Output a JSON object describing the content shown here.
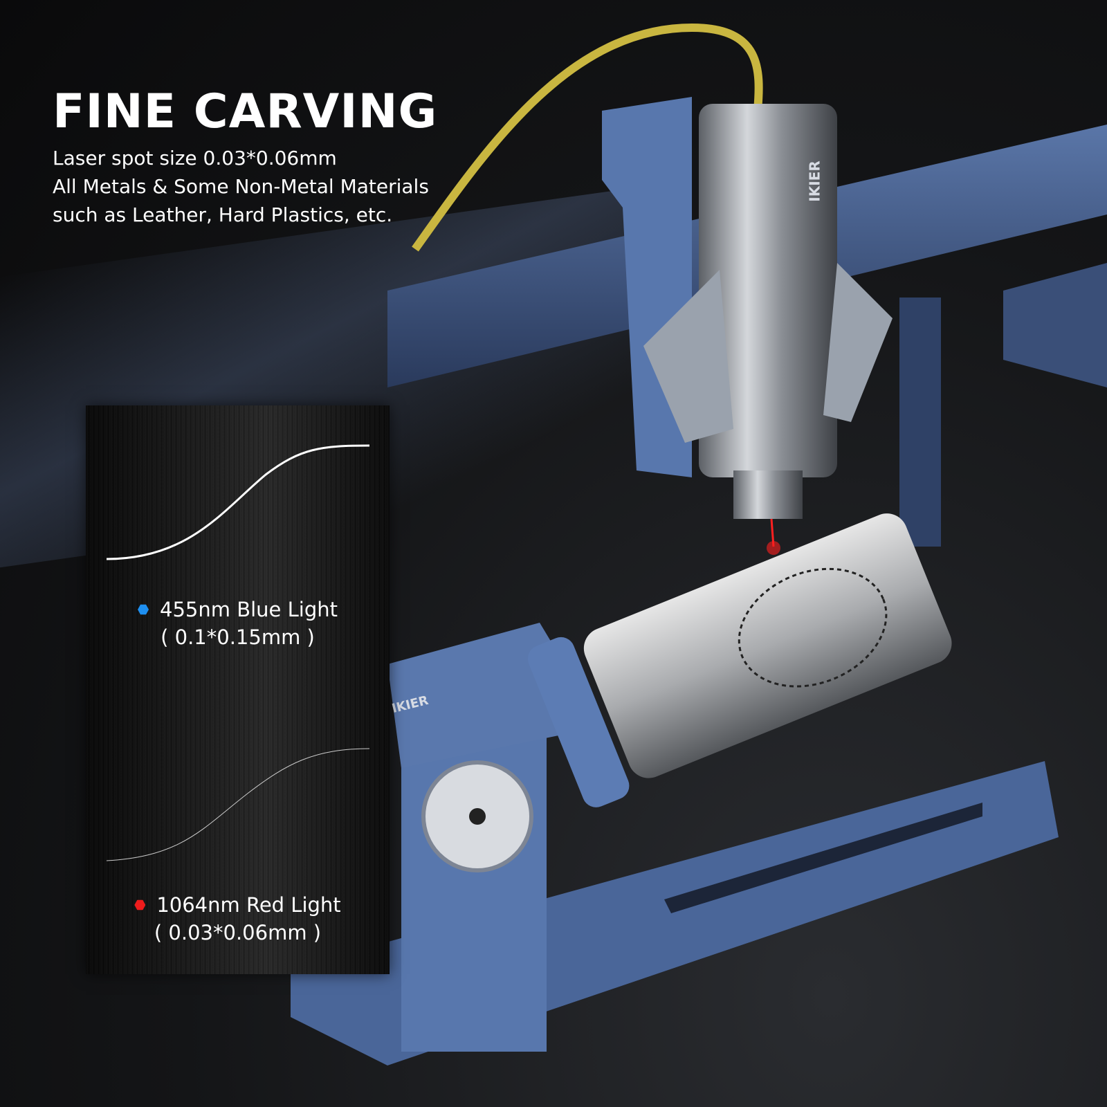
{
  "headline": "FINE CARVING",
  "subtitle_lines": [
    "Laser spot size 0.03*0.06mm",
    "All Metals & Some Non-Metal Materials",
    "such as Leather, Hard Plastics, etc."
  ],
  "comparison": {
    "blue": {
      "label": "455nm Blue Light",
      "spec": "( 0.1*0.15mm )",
      "color": "#1e8ff0",
      "icon": "hexagon-bullet-icon"
    },
    "red": {
      "label": "1064nm Red Light",
      "spec": "( 0.03*0.06mm )",
      "color": "#ee1c1c",
      "icon": "hexagon-bullet-icon"
    }
  },
  "brand": "IKIER",
  "colors": {
    "machine": "#4a6699",
    "steel": "#b8bcc2",
    "cable": "#c9b640"
  }
}
